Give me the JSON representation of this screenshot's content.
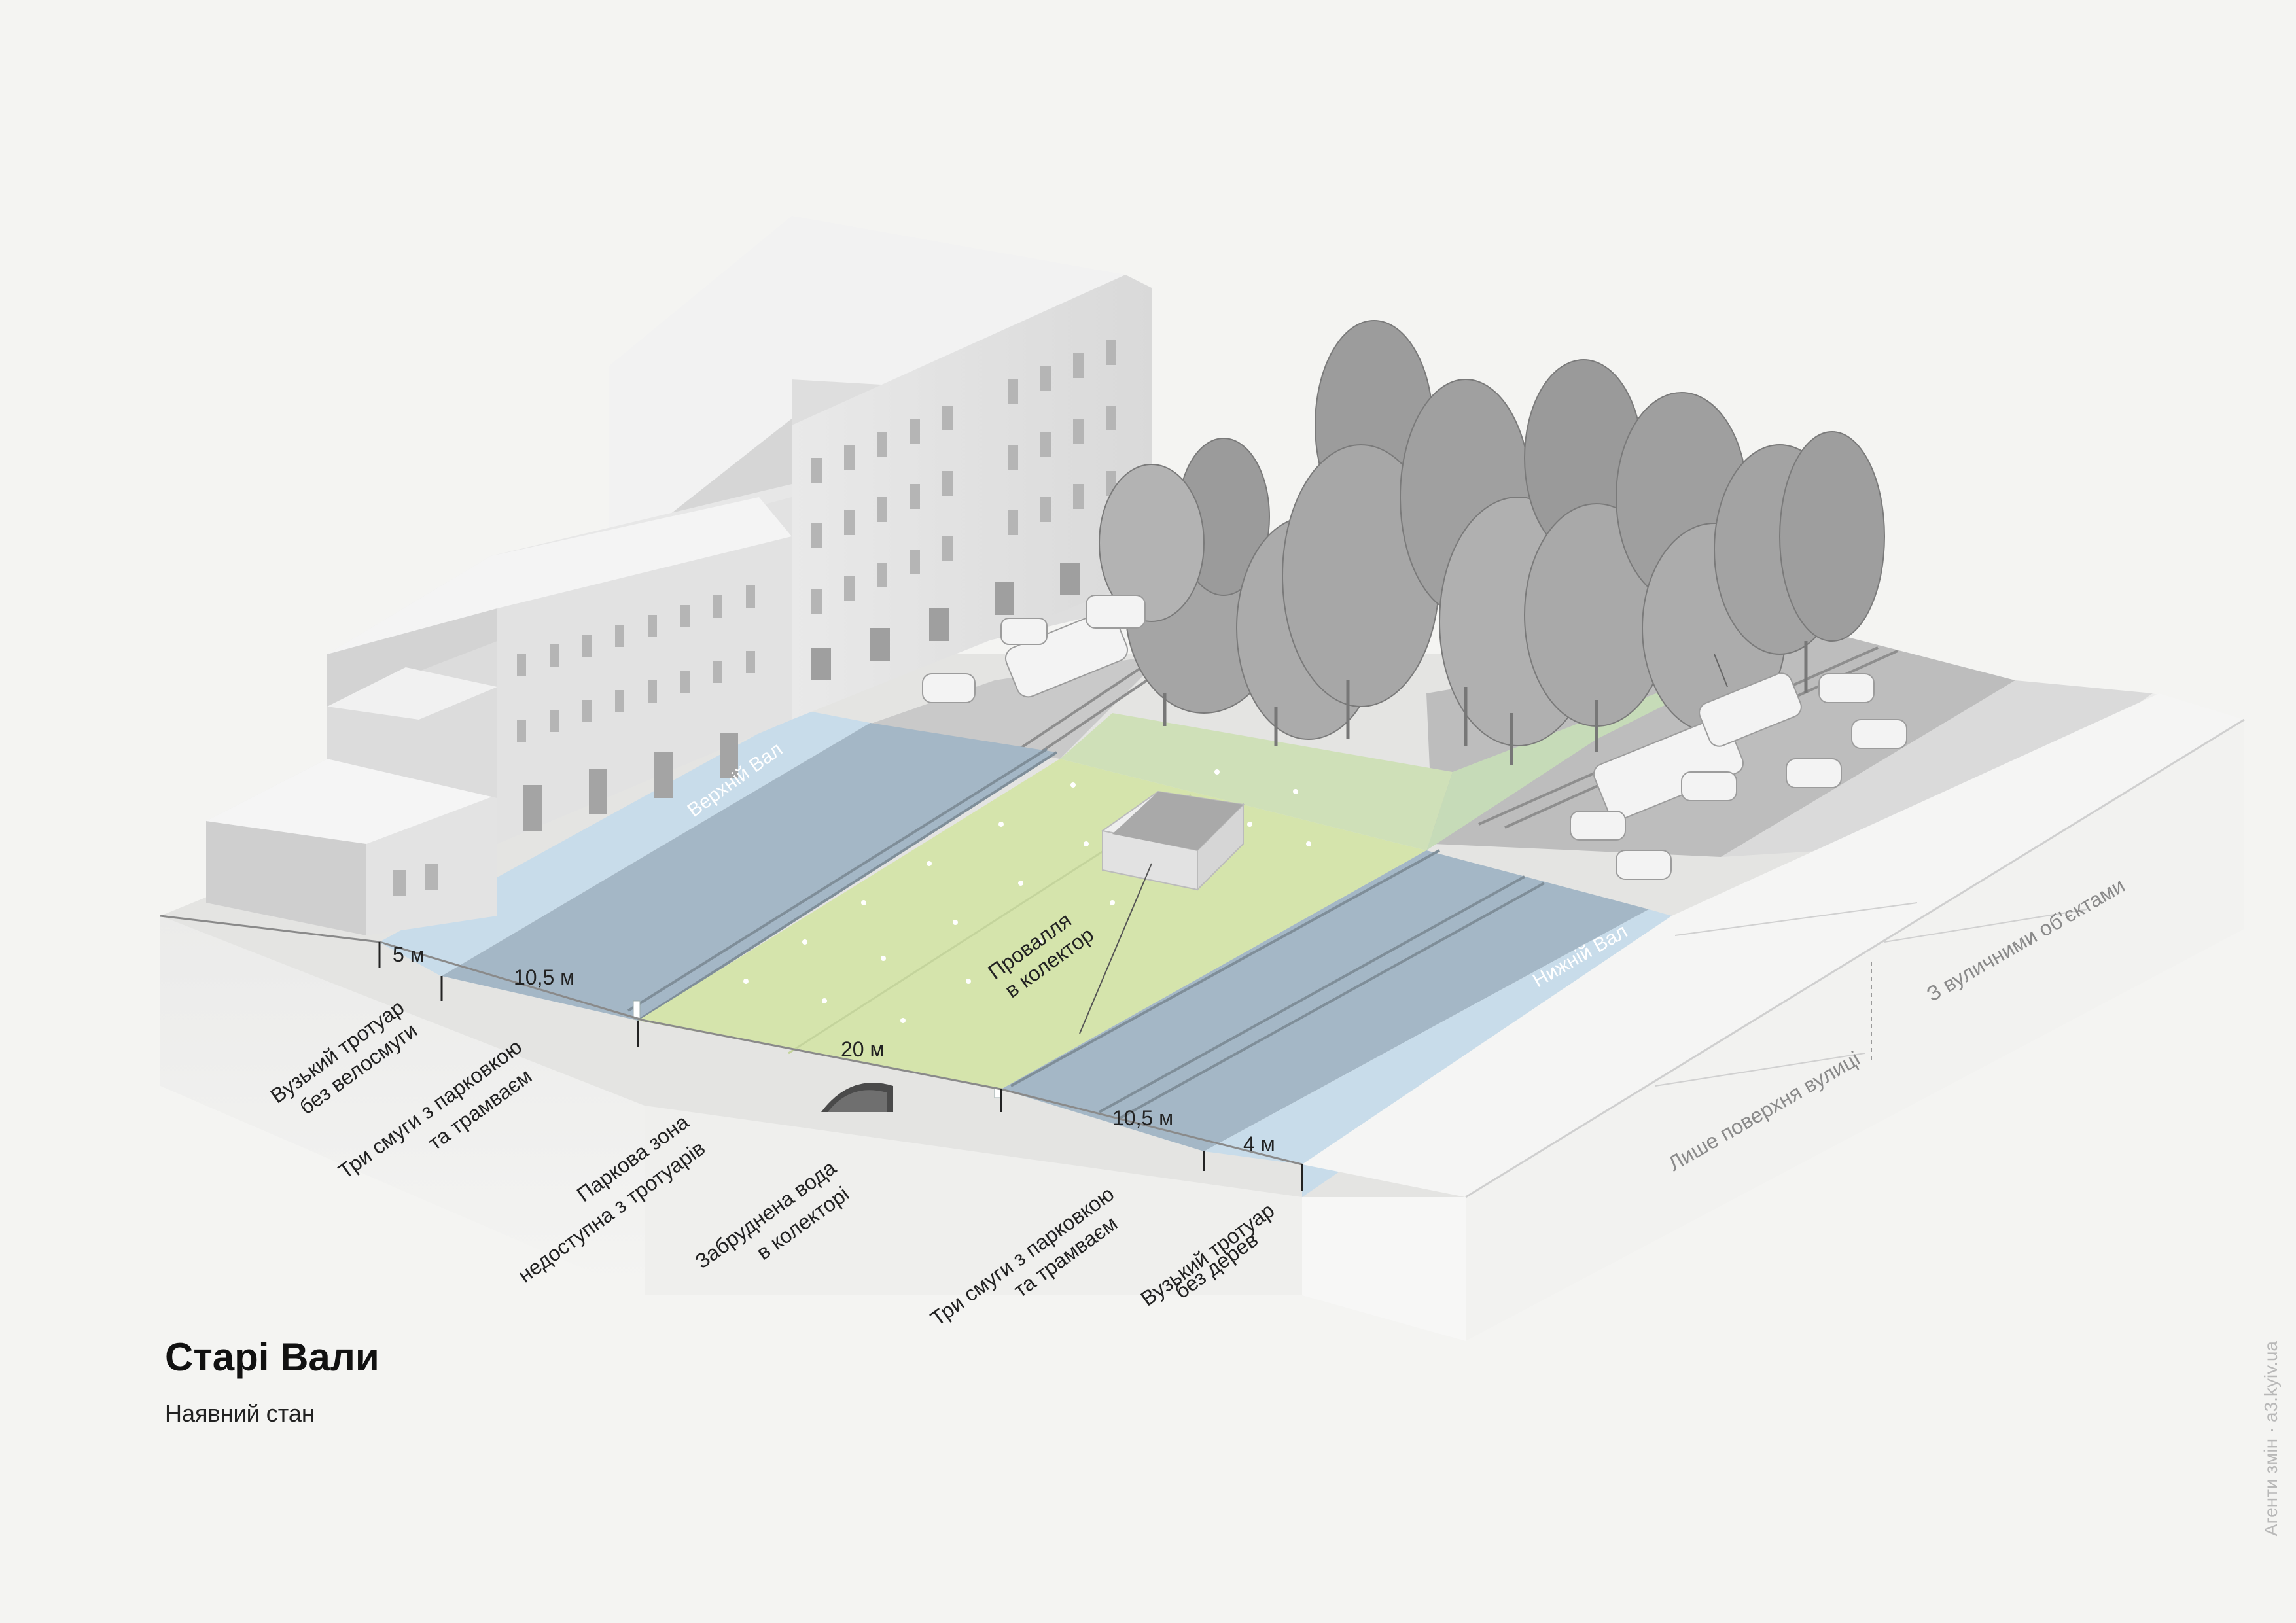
{
  "title": "Старі Вали",
  "subtitle": "Наявний стан",
  "credit": "Агенти змін · a3.kyiv.ua",
  "street_names": {
    "upper": "Верхній Вал",
    "lower": "Нижній Вал"
  },
  "widths": {
    "sidewalk_upper": "5 м",
    "road_upper": "10,5 м",
    "park": "20 м",
    "road_lower": "10,5 м",
    "sidewalk_lower": "4 м"
  },
  "annotations": {
    "sidewalk_upper": [
      "Вузький тротуар",
      "без велосмуги"
    ],
    "road_upper": [
      "Три смуги з парковкою",
      "та трамваєм"
    ],
    "park": [
      "Паркова зона",
      "недоступна з тротуарів"
    ],
    "collector": [
      "Забруднена вода",
      "в колекторі"
    ],
    "road_lower": [
      "Три смуги з парковкою",
      "та трамваєм"
    ],
    "sidewalk_lower": [
      "Вузький тротуар",
      "без дерев"
    ],
    "sinkhole": [
      "Провалля",
      "в колектор"
    ],
    "surface_only": "Лише поверхня вулиці",
    "with_objects": "З вуличними об’єктами"
  },
  "colors": {
    "background": "#f4f4f2",
    "sidewalk": "#c8dcea",
    "road": "#a4b7c6",
    "park": "#d5e4ac",
    "buildings": "#e6e6e6",
    "trees": "#9c9c9c"
  }
}
